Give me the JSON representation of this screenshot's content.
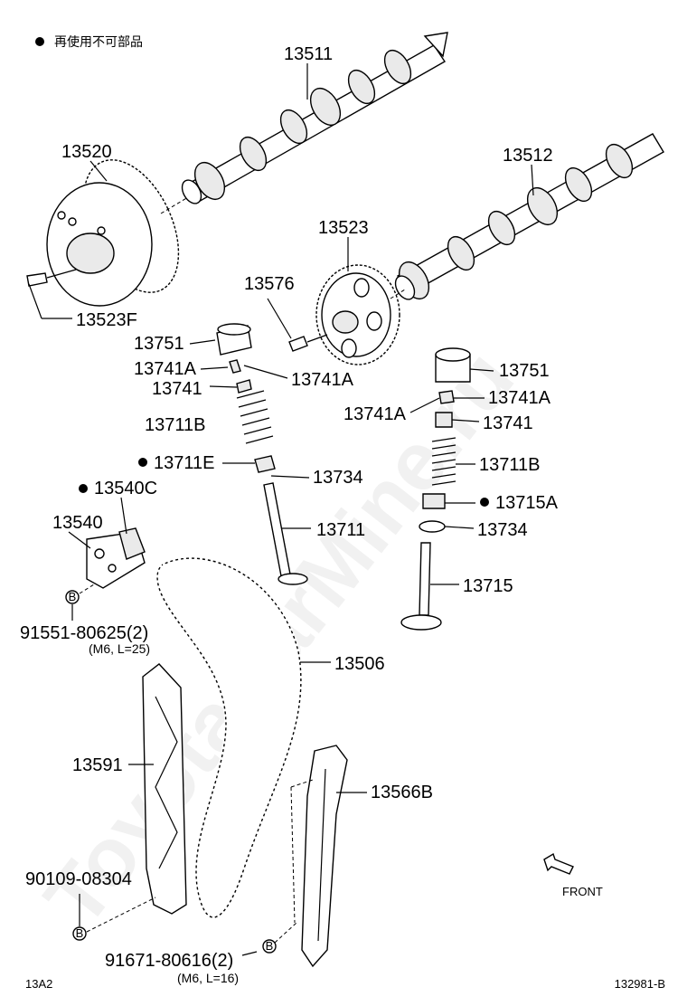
{
  "legend": {
    "text": "再使用不可部品"
  },
  "footer": {
    "left": "13A2",
    "right": "132981-B"
  },
  "watermark": "ToyotaCarMine.ru",
  "front_label": "FRONT",
  "colors": {
    "ink": "#000000",
    "paper": "#ffffff"
  },
  "labels": {
    "p13511": "13511",
    "p13520": "13520",
    "p13512": "13512",
    "p13523": "13523",
    "p13576": "13576",
    "p13523f": "13523F",
    "p13751_l": "13751",
    "p13741a_l1": "13741A",
    "p13741a_l2": "13741A",
    "p13741_l": "13741",
    "p13711b_l": "13711B",
    "p13711e": "13711E",
    "p13734_l": "13734",
    "p13540c": "13540C",
    "p13540": "13540",
    "p13711": "13711",
    "p13751_r": "13751",
    "p13741a_r1": "13741A",
    "p13741a_r2": "13741A",
    "p13741_r": "13741",
    "p13711b_r": "13711B",
    "p13715a": "13715A",
    "p13734_r": "13734",
    "p13715": "13715",
    "p91551": "91551-80625(2)",
    "n91551": "(M6, L=25)",
    "p13506": "13506",
    "p13591": "13591",
    "p13566b": "13566B",
    "p90109": "90109-08304",
    "p91671": "91671-80616(2)",
    "n91671": "(M6, L=16)"
  },
  "callout_letter": "B"
}
